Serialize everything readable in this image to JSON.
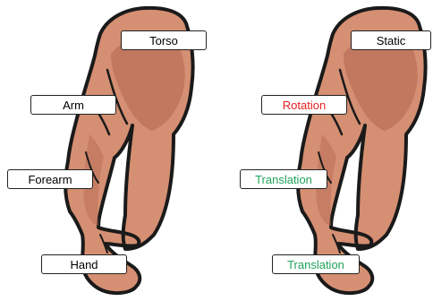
{
  "left_panel": {
    "labels": {
      "torso": "Torso",
      "arm": "Arm",
      "forearm": "Forearm",
      "hand": "Hand"
    }
  },
  "right_panel": {
    "labels": {
      "torso": "Static",
      "arm": "Rotation",
      "forearm": "Translation",
      "hand": "Translation"
    }
  },
  "colors": {
    "skin": "#d58f72",
    "skin_shadow": "#b9705a",
    "outline": "#1a1a1a",
    "rotation_text": "#e81e1e",
    "translation_text": "#21a35b",
    "default_text": "#000000"
  }
}
